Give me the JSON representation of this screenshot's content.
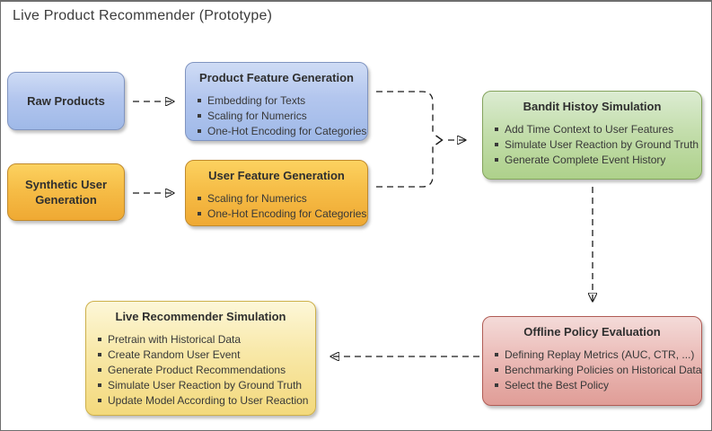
{
  "page": {
    "title": "Live Product Recommender (Prototype)"
  },
  "palette": {
    "blue_fill_top": "#cfdcf5",
    "blue_fill_bottom": "#9fb9e8",
    "blue_border": "#8094c0",
    "orange_fill_top": "#fcd260",
    "orange_fill_bottom": "#efa933",
    "orange_border": "#c08a2d",
    "green_fill_top": "#dcecd2",
    "green_fill_bottom": "#aed18b",
    "green_border": "#84a35c",
    "red_fill_top": "#f4dbd9",
    "red_fill_bottom": "#e09d97",
    "red_border": "#b05c55",
    "yellow_fill_top": "#fdf7d8",
    "yellow_fill_bottom": "#f3d97c",
    "yellow_border": "#cdb04a",
    "connector": "#1a1a1a",
    "text": "#2f2f2f"
  },
  "diagram": {
    "nodes": {
      "raw_products": {
        "label": "Raw Products",
        "color": "blue"
      },
      "product_feature_generation": {
        "title": "Product Feature Generation",
        "color": "blue",
        "items": [
          "Embedding for Texts",
          "Scaling for Numerics",
          "One-Hot Encoding for Categories"
        ]
      },
      "synthetic_user_generation": {
        "label": "Synthetic User Generation",
        "color": "orange"
      },
      "user_feature_generation": {
        "title": "User Feature Generation",
        "color": "orange",
        "items": [
          "Scaling for Numerics",
          "One-Hot Encoding for Categories"
        ]
      },
      "bandit_history_simulation": {
        "title": "Bandit Histoy Simulation",
        "color": "green",
        "items": [
          "Add Time Context to User Features",
          "Simulate User Reaction by Ground Truth",
          "Generate Complete Event History"
        ]
      },
      "offline_policy_evaluation": {
        "title": "Offline Policy Evaluation",
        "color": "red",
        "items": [
          "Defining Replay Metrics (AUC, CTR, ...)",
          "Benchmarking Policies on Historical Data",
          "Select the Best Policy"
        ]
      },
      "live_recommender_simulation": {
        "title": "Live Recommender Simulation",
        "color": "yellow",
        "items": [
          "Pretrain with Historical Data",
          "Create Random User Event",
          "Generate Product Recommendations",
          "Simulate User Reaction by Ground Truth",
          "Update Model According to User Reaction"
        ]
      }
    },
    "connections": [
      {
        "from": "raw_products",
        "to": "product_feature_generation",
        "style": "dashed-arrow"
      },
      {
        "from": "synthetic_user_generation",
        "to": "user_feature_generation",
        "style": "dashed-arrow"
      },
      {
        "from": "product_feature_generation",
        "to": "bandit_history_simulation",
        "style": "dashed-arrow-merged"
      },
      {
        "from": "user_feature_generation",
        "to": "bandit_history_simulation",
        "style": "dashed-arrow-merged"
      },
      {
        "from": "bandit_history_simulation",
        "to": "offline_policy_evaluation",
        "style": "dashed-arrow"
      },
      {
        "from": "offline_policy_evaluation",
        "to": "live_recommender_simulation",
        "style": "dashed-arrow"
      }
    ]
  }
}
